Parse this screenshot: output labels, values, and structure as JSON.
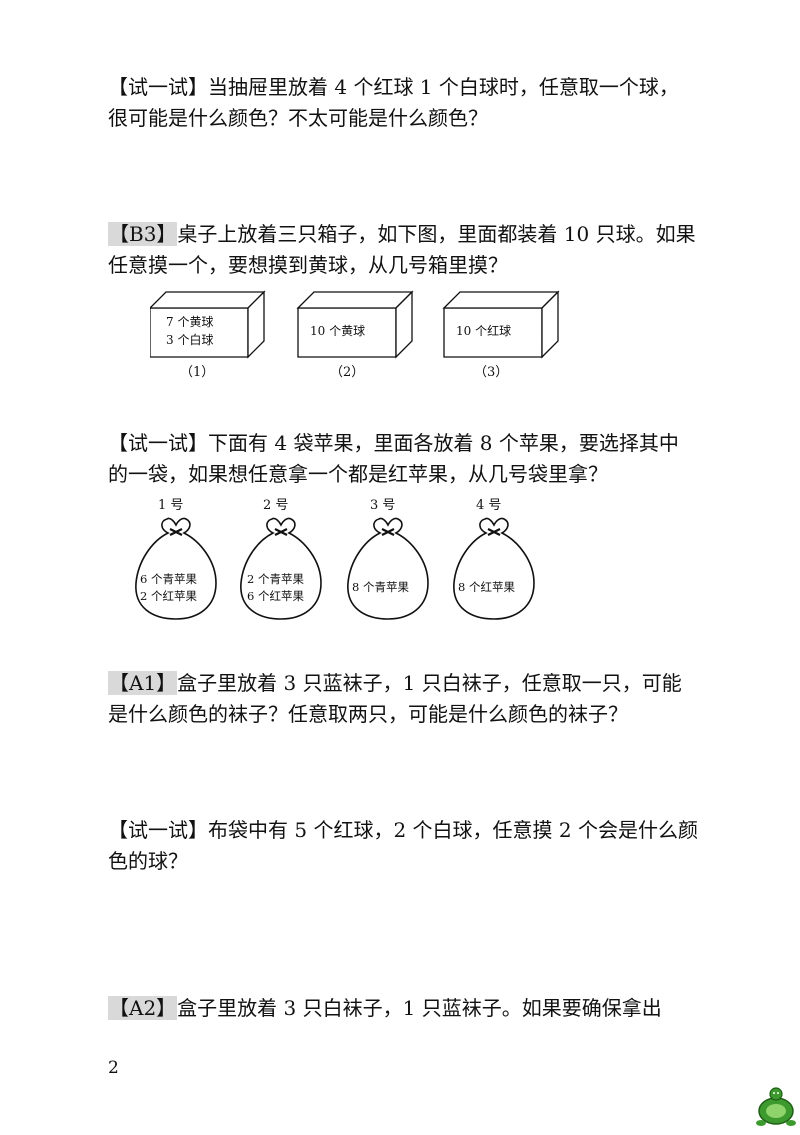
{
  "q1": {
    "tag": "【试一试】",
    "text": "当抽屉里放着 4 个红球 1 个白球时，任意取一个球，很可能是什么颜色？不太可能是什么颜色？"
  },
  "q2": {
    "tag": "【B3】",
    "text": "桌子上放着三只箱子，如下图，里面都装着 10 只球。如果任意摸一个，要想摸到黄球，从几号箱里摸？"
  },
  "boxes": [
    {
      "lines": [
        "7 个黄球",
        "3 个白球"
      ],
      "label": "（1）"
    },
    {
      "lines": [
        "10 个黄球"
      ],
      "label": "（2）"
    },
    {
      "lines": [
        "10 个红球"
      ],
      "label": "（3）"
    }
  ],
  "q3": {
    "tag": "【试一试】",
    "text": "下面有 4 袋苹果，里面各放着 8 个苹果，要选择其中的一袋，如果想任意拿一个都是红苹果，从几号袋里拿？"
  },
  "bags": [
    {
      "number": "1 号",
      "lines": [
        "6 个青苹果",
        "2 个红苹果"
      ]
    },
    {
      "number": "2 号",
      "lines": [
        "2 个青苹果",
        "6 个红苹果"
      ]
    },
    {
      "number": "3 号",
      "lines": [
        "8 个青苹果"
      ]
    },
    {
      "number": "4 号",
      "lines": [
        "8 个红苹果"
      ]
    }
  ],
  "q4": {
    "tag": "【A1】",
    "text": "盒子里放着 3 只蓝袜子，1 只白袜子，任意取一只，可能是什么颜色的袜子？任意取两只，可能是什么颜色的袜子？"
  },
  "q5": {
    "tag": "【试一试】",
    "text": "布袋中有 5 个红球，2 个白球，任意摸 2 个会是什么颜色的球？"
  },
  "q6": {
    "tag": "【A2】",
    "text": "盒子里放着 3 只白袜子，1 只蓝袜子。如果要确保拿出"
  },
  "page_number": "2",
  "colors": {
    "tag_highlight": "#d9d9d9",
    "logo_green": "#3c9a2e"
  },
  "icons": {
    "logo": "turtle-logo-icon"
  }
}
